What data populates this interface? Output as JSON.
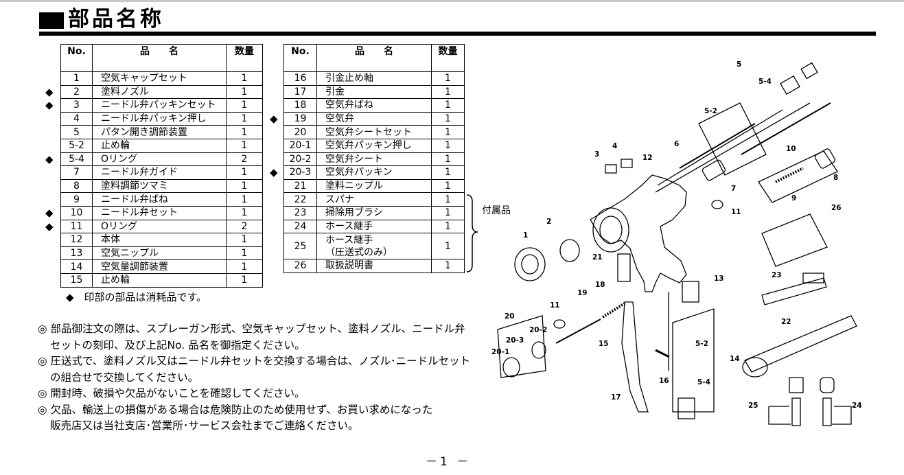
{
  "title": "部品名称",
  "table_headers": {
    "no": "No.",
    "name": "品　　名",
    "qty": "数量"
  },
  "left_table": [
    {
      "no": "1",
      "name": "空気キャップセット",
      "qty": "1",
      "consumable": false
    },
    {
      "no": "2",
      "name": "塗料ノズル",
      "qty": "1",
      "consumable": true
    },
    {
      "no": "3",
      "name": "ニードル弁パッキンセット",
      "qty": "1",
      "consumable": true
    },
    {
      "no": "4",
      "name": "ニードル弁パッキン押し",
      "qty": "1",
      "consumable": false
    },
    {
      "no": "5",
      "name": "パタン開き調節装置",
      "qty": "1",
      "consumable": false
    },
    {
      "no": "5-2",
      "name": "止め輪",
      "qty": "1",
      "consumable": false
    },
    {
      "no": "5-4",
      "name": "Oリング",
      "qty": "2",
      "consumable": true
    },
    {
      "no": "7",
      "name": "ニードル弁ガイド",
      "qty": "1",
      "consumable": false
    },
    {
      "no": "8",
      "name": "塗料調節ツマミ",
      "qty": "1",
      "consumable": false
    },
    {
      "no": "9",
      "name": "ニードル弁ばね",
      "qty": "1",
      "consumable": false
    },
    {
      "no": "10",
      "name": "ニードル弁セット",
      "qty": "1",
      "consumable": true
    },
    {
      "no": "11",
      "name": "Oリング",
      "qty": "2",
      "consumable": true
    },
    {
      "no": "12",
      "name": "本体",
      "qty": "1",
      "consumable": false
    },
    {
      "no": "13",
      "name": "空気ニップル",
      "qty": "1",
      "consumable": false
    },
    {
      "no": "14",
      "name": "空気量調節装置",
      "qty": "1",
      "consumable": false
    },
    {
      "no": "15",
      "name": "止め輪",
      "qty": "1",
      "consumable": false
    }
  ],
  "right_table": [
    {
      "no": "16",
      "name": "引金止め軸",
      "name2": "",
      "qty": "1",
      "consumable": false
    },
    {
      "no": "17",
      "name": "引金",
      "name2": "",
      "qty": "1",
      "consumable": false
    },
    {
      "no": "18",
      "name": "空気弁ばね",
      "name2": "",
      "qty": "1",
      "consumable": false
    },
    {
      "no": "19",
      "name": "空気弁",
      "name2": "",
      "qty": "1",
      "consumable": true
    },
    {
      "no": "20",
      "name": "空気弁シートセット",
      "name2": "",
      "qty": "1",
      "consumable": false
    },
    {
      "no": "20-1",
      "name": "空気弁パッキン押し",
      "name2": "",
      "qty": "1",
      "consumable": false
    },
    {
      "no": "20-2",
      "name": "空気弁シート",
      "name2": "",
      "qty": "1",
      "consumable": false
    },
    {
      "no": "20-3",
      "name": "空気弁パッキン",
      "name2": "",
      "qty": "1",
      "consumable": true
    },
    {
      "no": "21",
      "name": "塗料ニップル",
      "name2": "",
      "qty": "1",
      "consumable": false
    },
    {
      "no": "22",
      "name": "スパナ",
      "name2": "",
      "qty": "1",
      "consumable": false
    },
    {
      "no": "23",
      "name": "掃除用ブラシ",
      "name2": "",
      "qty": "1",
      "consumable": false
    },
    {
      "no": "24",
      "name": "ホース継手",
      "name2": "",
      "qty": "1",
      "consumable": false
    },
    {
      "no": "25",
      "name": "ホース継手",
      "name2": "（圧送式のみ）",
      "qty": "1",
      "consumable": false
    },
    {
      "no": "26",
      "name": "取扱説明書",
      "name2": "",
      "qty": "1",
      "consumable": false
    }
  ],
  "diamond": "◆",
  "accessories_label": "付属品",
  "consumable_note": "◆　印部の部品は消耗品です。",
  "notes": [
    "◎ 部品御注文の際は、スプレーガン形式、空気キャップセット、塗料ノズル、ニードル弁",
    "セットの刻印、及び上記No. 品名を御指定ください。",
    "◎ 圧送式で、塗料ノズル又はニードル弁セットを交換する場合は、ノズル･ニードルセット",
    "の組合せで交換してください。",
    "◎ 開封時、破損や欠品がないことを確認してください。",
    "◎ 欠品、輸送上の損傷がある場合は危険防止のため使用せず、お買い求めになった",
    "販売店又は当社支店･営業所･サービス会社までご連絡ください。"
  ],
  "page_number": "－1 －",
  "diagram_labels": [
    "1",
    "2",
    "3",
    "4",
    "5",
    "5-2",
    "5-4",
    "6",
    "7",
    "8",
    "9",
    "10",
    "11",
    "11",
    "12",
    "13",
    "14",
    "15",
    "16",
    "17",
    "18",
    "19",
    "20",
    "20-1",
    "20-2",
    "20-3",
    "21",
    "22",
    "23",
    "24",
    "25",
    "26",
    "5-2",
    "5-4"
  ]
}
